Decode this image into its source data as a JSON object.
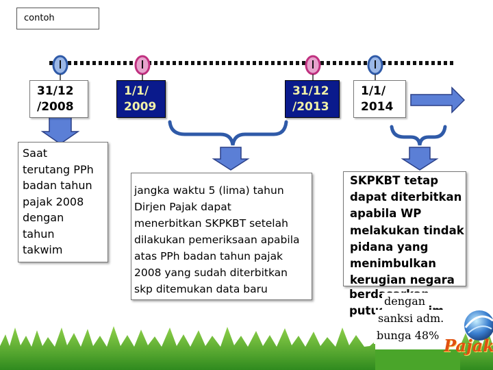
{
  "tag_label": "contoh",
  "dates": [
    {
      "line1": "31/12",
      "line2": "/2008",
      "marker_color": "#3b6fb5",
      "box_style": "white"
    },
    {
      "line1": "1/1/",
      "line2": "2009",
      "marker_color": "#d4358f",
      "box_style": "blue"
    },
    {
      "line1": "31/12",
      "line2": "/2013",
      "marker_color": "#d4358f",
      "box_style": "blue"
    },
    {
      "line1": "1/1/",
      "line2": "2014",
      "marker_color": "#3b6fb5",
      "box_style": "white"
    }
  ],
  "notes": {
    "left": [
      "Saat",
      "terutang PPh",
      "badan tahun",
      "pajak 2008",
      "dengan",
      "tahun",
      "takwim"
    ],
    "middle": [
      "jangka waktu 5 (lima) tahun",
      "Dirjen Pajak dapat",
      "menerbitkan SKPKBT setelah",
      "dilakukan pemeriksaan apabila",
      "atas PPh badan tahun pajak",
      "2008 yang sudah diterbitkan",
      "skp ditemukan data baru"
    ],
    "right": [
      "SKPKBT tetap",
      "dapat diterbitkan",
      "apabila WP",
      "melakukan tindak",
      "pidana yang",
      "menimbulkan",
      "kerugian negara",
      "berdasarkan",
      "putusan hakim"
    ],
    "overlap": [
      "dengan",
      "sanksi adm.",
      "bunga 48%"
    ]
  },
  "logo_text": "Pajak",
  "colors": {
    "timeline": "#111111",
    "arrow_fill": "#5b7fd6",
    "arrow_stroke": "#2a3f86",
    "brace": "#2f5aa8",
    "accent_blue": "#0a1a8c",
    "accent_yellow": "#f2f2a8",
    "grass": "#4aa52a"
  }
}
